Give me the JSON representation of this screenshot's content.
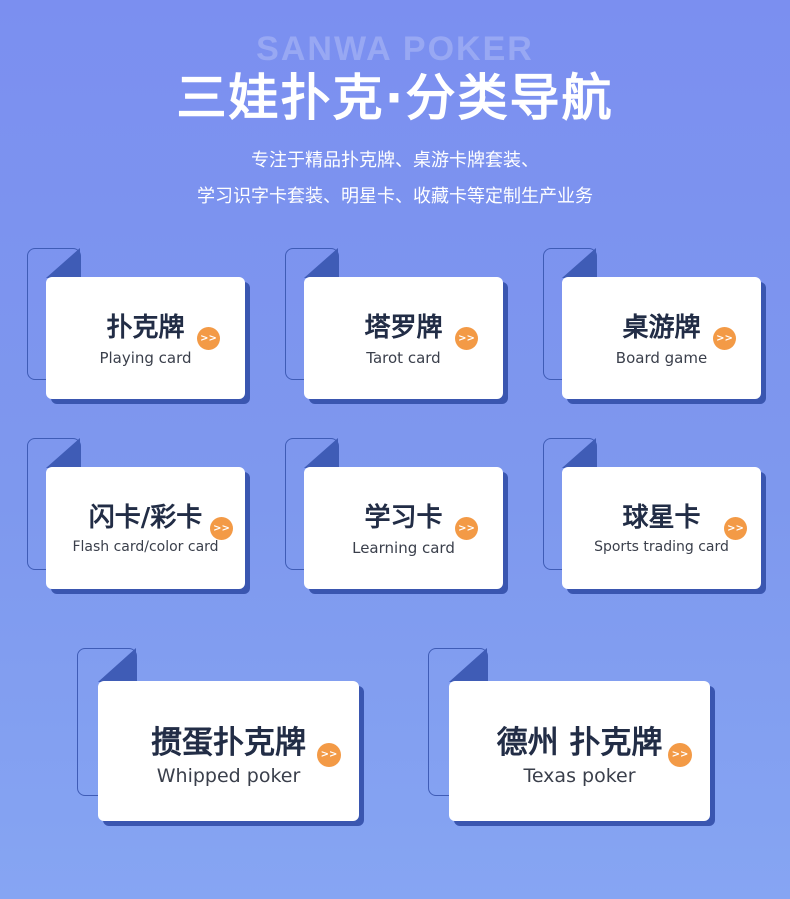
{
  "header": {
    "watermark": "SANWA POKER",
    "title": "三娃扑克·分类导航",
    "subtitle_line1": "专注于精品扑克牌、桌游卡牌套装、",
    "subtitle_line2": "学习识字卡套装、明星卡、收藏卡等定制生产业务"
  },
  "categories": [
    {
      "cn": "扑克牌",
      "en": "Playing card",
      "arrow": ">>"
    },
    {
      "cn": "塔罗牌",
      "en": "Tarot card",
      "arrow": ">>"
    },
    {
      "cn": "桌游牌",
      "en": "Board game",
      "arrow": ">>"
    },
    {
      "cn": "闪卡/彩卡",
      "en": "Flash card/color card",
      "arrow": ">>"
    },
    {
      "cn": "学习卡",
      "en": "Learning card",
      "arrow": ">>"
    },
    {
      "cn": "球星卡",
      "en": "Sports trading card",
      "arrow": ">>"
    },
    {
      "cn": "掼蛋扑克牌",
      "en": "Whipped poker",
      "arrow": ">>"
    },
    {
      "cn": "德州 扑克牌",
      "en": "Texas poker",
      "arrow": ">>"
    }
  ],
  "colors": {
    "background": "#7e98ee",
    "accent_orange": "#f39a46",
    "card_shadow": "#3a56b0",
    "text_dark": "#222d46"
  }
}
